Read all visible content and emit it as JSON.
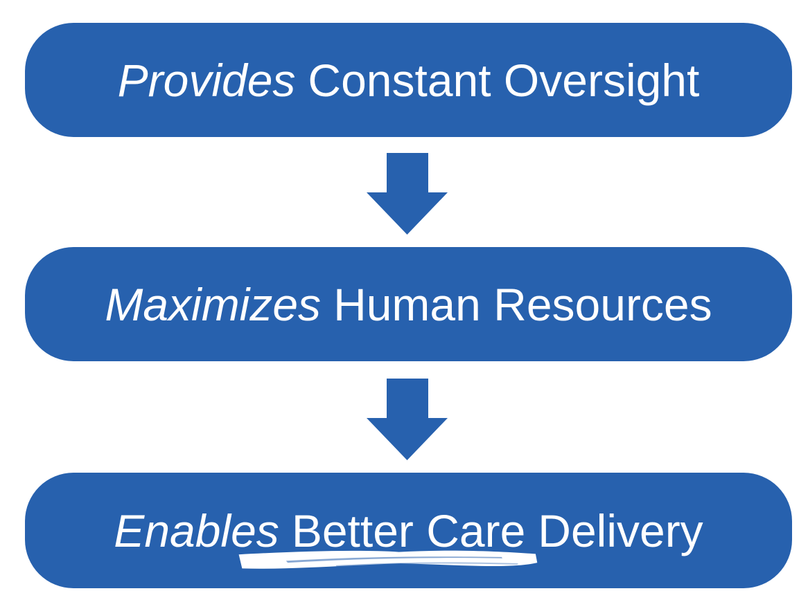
{
  "colors": {
    "box_fill": "#2761ae",
    "text": "#ffffff",
    "background": "#ffffff",
    "underline": "#ffffff"
  },
  "flow": {
    "type": "vertical-sequence",
    "connector_icon": "arrow-down-icon",
    "steps": [
      {
        "emphasis": "Provides",
        "rest": "Constant Oversight"
      },
      {
        "emphasis": "Maximizes",
        "rest": "Human Resources"
      },
      {
        "emphasis": "Enables",
        "underlined": "Better Care",
        "rest": "Delivery"
      }
    ]
  }
}
